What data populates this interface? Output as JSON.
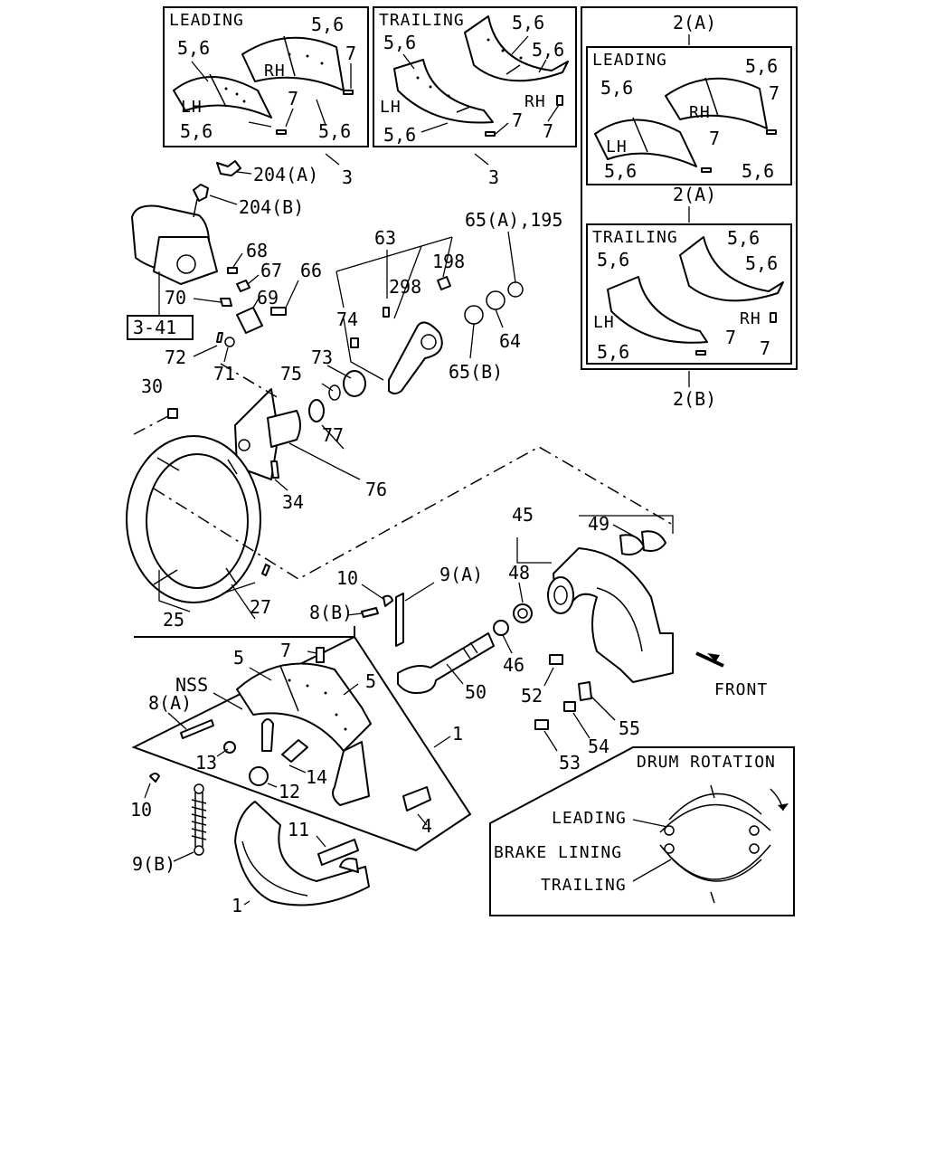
{
  "inset_leading_top": {
    "title": "LEADING",
    "rh": "RH",
    "lh": "LH",
    "c1": "5,6",
    "c2": "5,6",
    "c3": "5,6",
    "c4": "5,6",
    "c5": "7",
    "c6": "7",
    "ref": "3"
  },
  "inset_trailing_top": {
    "title": "TRAILING",
    "rh": "RH",
    "lh": "LH",
    "c1": "5,6",
    "c2": "5,6",
    "c3": "5,6",
    "c4": "5,6",
    "c5": "7",
    "c6": "7",
    "ref": "3"
  },
  "inset_right_outer": {
    "top_ref": "2(A)",
    "bottom_ref": "2(B)"
  },
  "inset_right_leading": {
    "title": "LEADING",
    "rh": "RH",
    "lh": "LH",
    "c1": "5,6",
    "c2": "5,6",
    "c3": "5,6",
    "c4": "5,6",
    "c5": "7",
    "c6": "7"
  },
  "inset_right_trailing": {
    "ref": "2(A)",
    "title": "TRAILING",
    "rh": "RH",
    "lh": "LH",
    "c1": "5,6",
    "c2": "5,6",
    "c3": "5,6",
    "c4": "5,6",
    "c5": "7",
    "c6": "7"
  },
  "callouts": {
    "p204a": "204(A)",
    "p204b": "204(B)",
    "p341": "3-41",
    "p68": "68",
    "p67": "67",
    "p66": "66",
    "p70": "70",
    "p69": "69",
    "p72": "72",
    "p71": "71",
    "p30": "30",
    "p75": "75",
    "p73": "73",
    "p77": "77",
    "p76": "76",
    "p34": "34",
    "p63": "63",
    "p298": "298",
    "p198": "198",
    "p74": "74",
    "p65a195": "65(A),195",
    "p64": "64",
    "p65b": "65(B)",
    "p25": "25",
    "p27": "27",
    "p10a": "10",
    "p8b": "8(B)",
    "p9a": "9(A)",
    "p48": "48",
    "p46": "46",
    "p45": "45",
    "p49": "49",
    "p50": "50",
    "p52": "52",
    "p55": "55",
    "p54": "54",
    "p53": "53",
    "p7": "7",
    "p5a": "5",
    "p5b": "5",
    "pnss": "NSS",
    "p8a": "8(A)",
    "p13": "13",
    "p14": "14",
    "p12": "12",
    "p1a": "1",
    "p10b": "10",
    "p9b": "9(B)",
    "p11": "11",
    "p4": "4",
    "p1b": "1"
  },
  "front_label": "FRONT",
  "drum_rotation": {
    "title": "DRUM ROTATION",
    "leading": "LEADING",
    "brake_lining": "BRAKE LINING",
    "trailing": "TRAILING"
  }
}
